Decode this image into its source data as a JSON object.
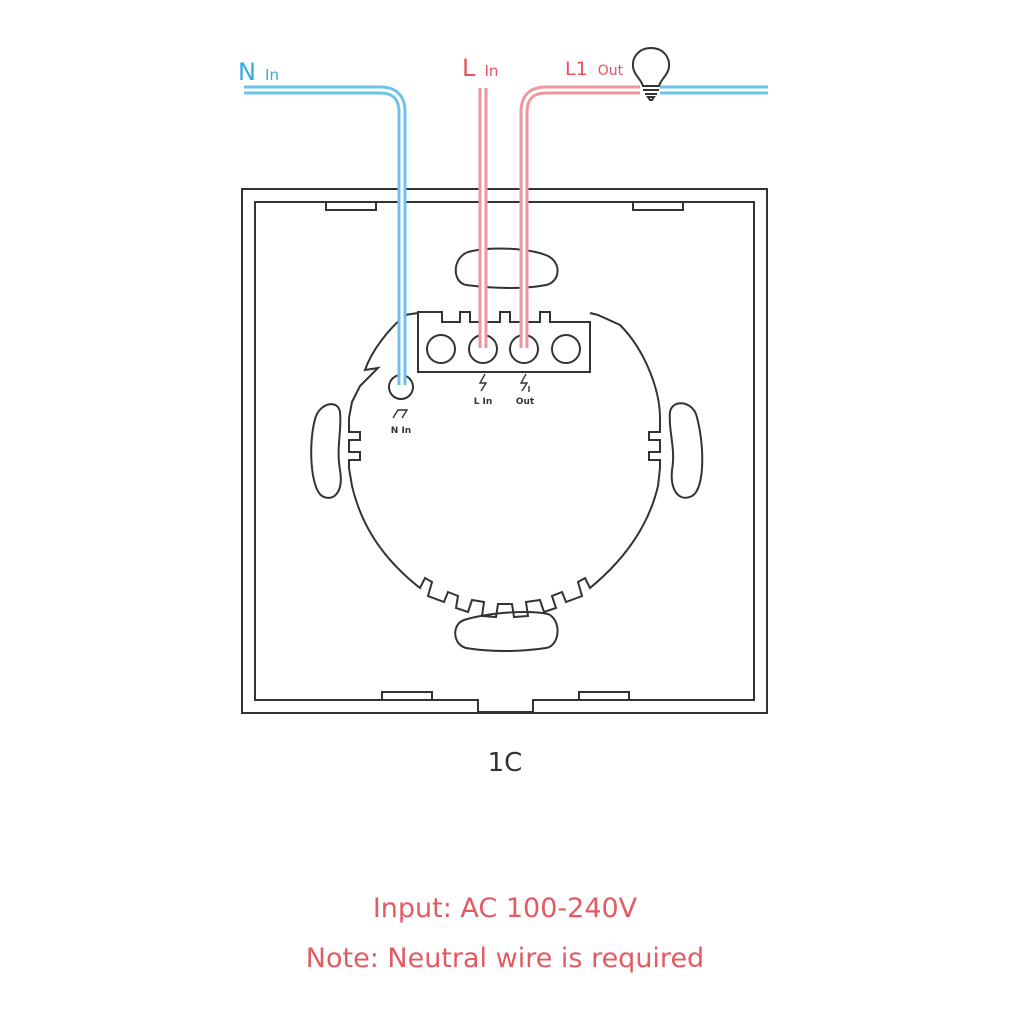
{
  "labels": {
    "n_in_main": "N",
    "n_in_sub": "In",
    "l_in_main": "L",
    "l_in_sub": "In",
    "l1_out_main": "L1",
    "l1_out_sub": "Out",
    "terminal_n": "N In",
    "terminal_l": "L In",
    "terminal_out": "Out"
  },
  "model": "1C",
  "input_spec": "Input: AC 100-240V",
  "note": "Note: Neutral wire is required",
  "icons": {
    "lamp": "light-bulb-icon",
    "terminal_symbol": "lightning-icon"
  },
  "colors": {
    "neutral_wire": "#6cc3ea",
    "live_wire": "#f0959d",
    "label_blue": "#36a9e1",
    "label_red": "#e8525f",
    "outline": "#333333",
    "note_text": "#e25b62"
  }
}
